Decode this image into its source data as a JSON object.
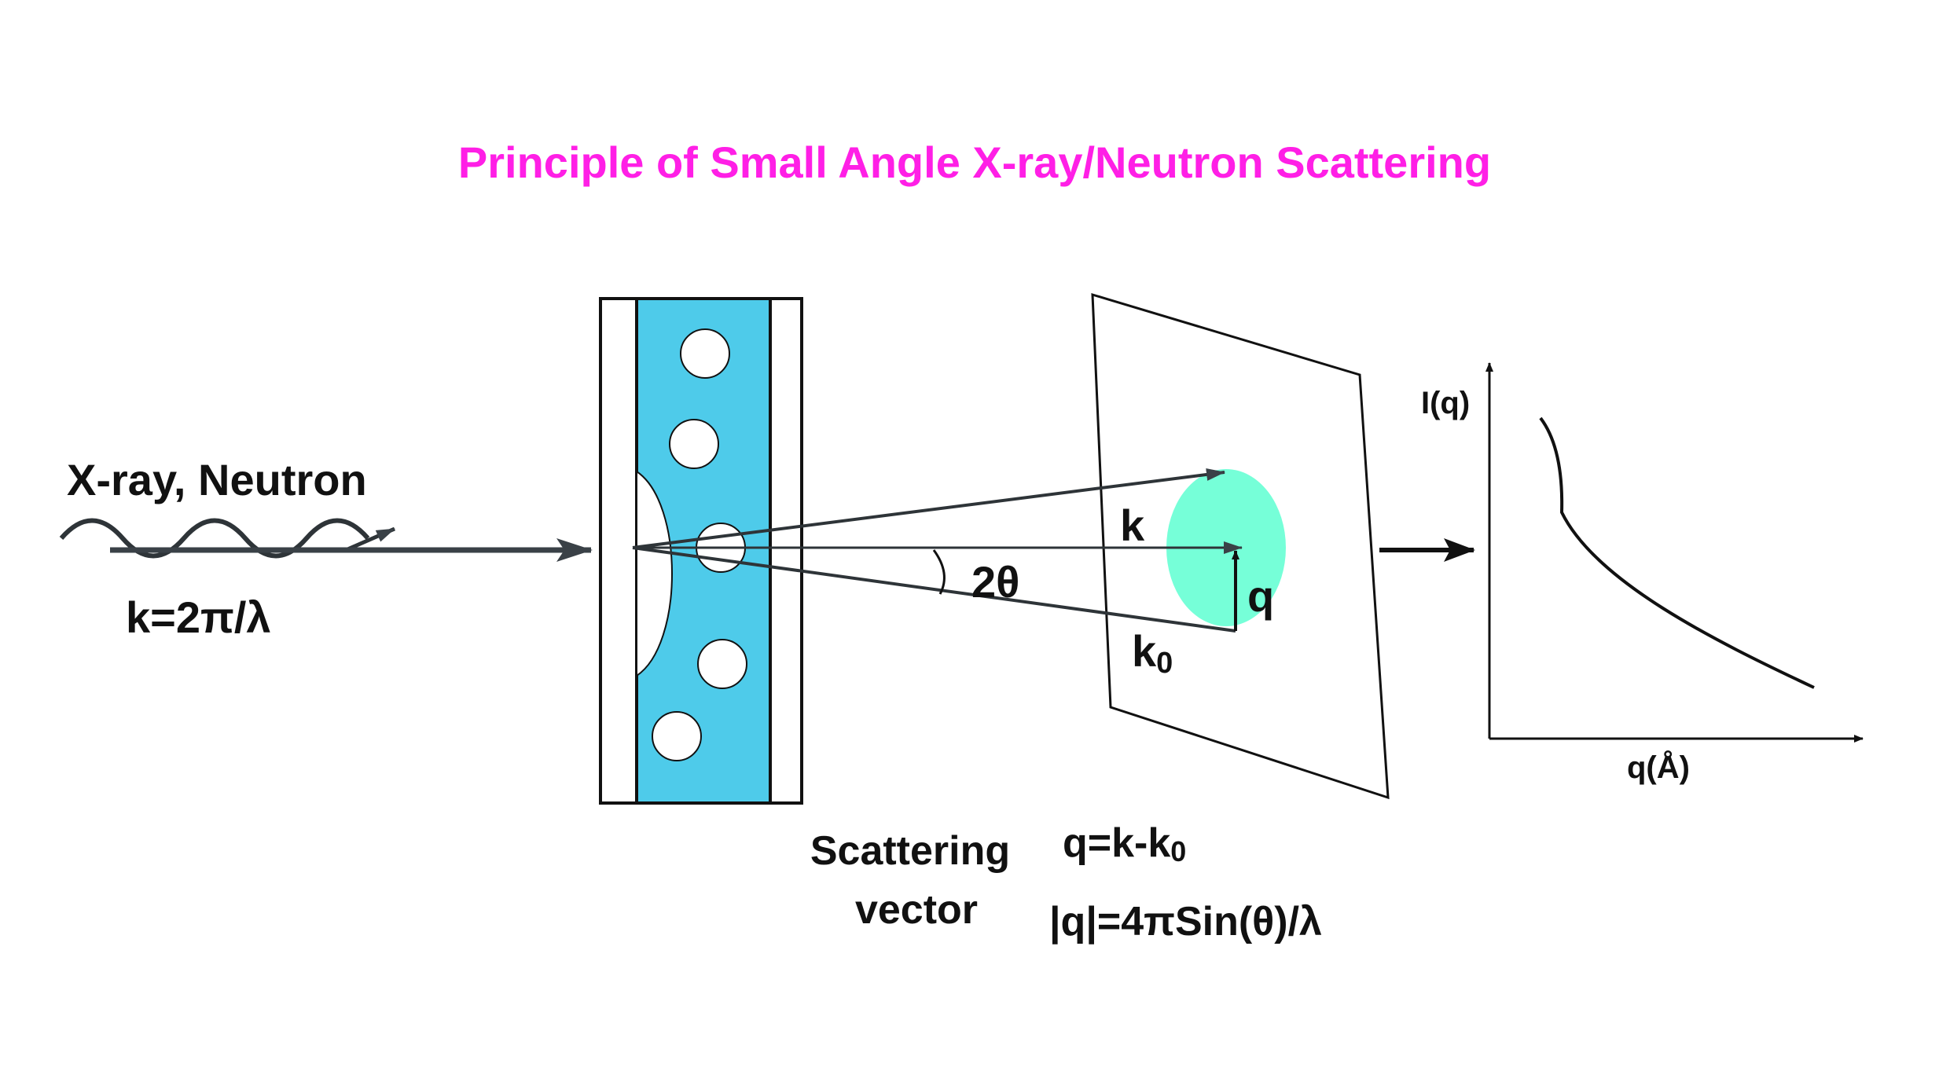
{
  "title": "Principle of  Small Angle X-ray/Neutron Scattering",
  "incident": {
    "label": "X-ray, Neutron",
    "wavevector": "k=2π/λ"
  },
  "vectors": {
    "k": "k",
    "k0_main": "k",
    "k0_sub": "0",
    "q": "q",
    "angle": "2θ"
  },
  "scattering_vector": {
    "label_line1": "Scattering",
    "label_line2": "vector",
    "eq1_main": "q=k-k",
    "eq1_sub": "0",
    "eq2": "|q|=4πSin(θ)/λ"
  },
  "plot": {
    "ylabel": "I(q)",
    "xlabel": "q(Å)"
  },
  "colors": {
    "title": "#ff1fe6",
    "sample": "#4ecbea",
    "spot": "#76ffd8",
    "arrow": "#3a4147",
    "line": "#111111"
  }
}
